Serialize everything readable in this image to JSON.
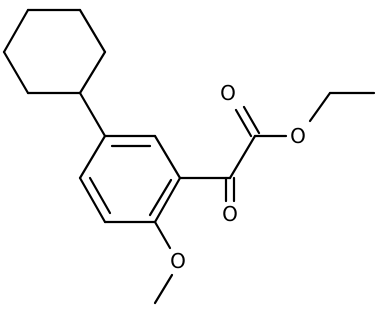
{
  "structure": {
    "atom_labels": {
      "carbonyl_ester_oxygen": "O",
      "ester_single_oxygen": "O",
      "ketone_oxygen": "O",
      "methoxy_oxygen": "O"
    },
    "colors": {
      "bond": "#000000",
      "label": "#000000",
      "background": "#ffffff"
    }
  }
}
